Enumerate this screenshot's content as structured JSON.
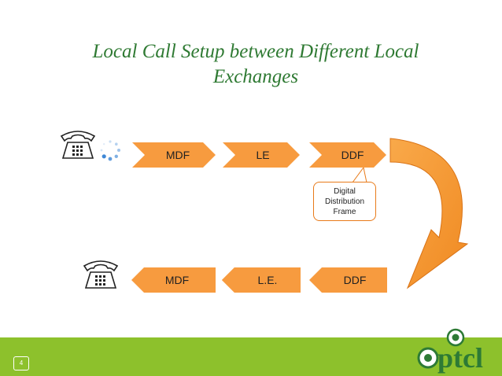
{
  "slide": {
    "title_line1": "Local Call Setup between Different Local",
    "title_line2": "Exchanges",
    "page_number": "4"
  },
  "top_row": [
    {
      "label": "MDF"
    },
    {
      "label": "LE"
    },
    {
      "label": "DDF"
    }
  ],
  "bottom_row": [
    {
      "label": "MDF"
    },
    {
      "label": "L.E."
    },
    {
      "label": "DDF"
    }
  ],
  "callout": {
    "line1": "Digital",
    "line2": "Distribution",
    "line3": "Frame"
  },
  "logo": {
    "text": "ptcl"
  },
  "colors": {
    "chevron_orange": "#f79b3f",
    "footer_green": "#8dc12c",
    "title_green": "#2f7a33",
    "accent_orange": "#e87a19"
  },
  "icons": {
    "caller_phone": "telephone-icon",
    "receiver_phone": "telephone-icon",
    "dialing_indicator": "spinner-icon",
    "flow_arrow": "curved-arrow-icon"
  }
}
